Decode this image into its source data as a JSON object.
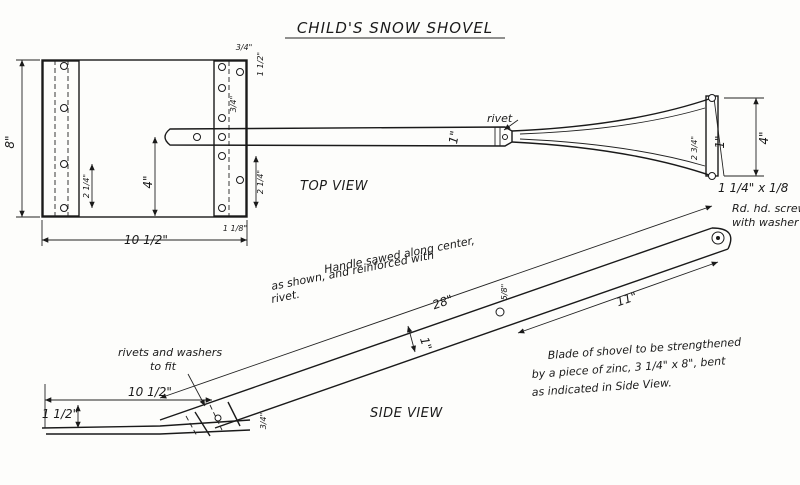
{
  "title": "CHILD'S SNOW SHOVEL",
  "views": {
    "top": "TOP VIEW",
    "side": "SIDE VIEW"
  },
  "dimensions": {
    "blade_height": "8\"",
    "blade_width": "10 1/2\"",
    "bracket_4": "4\"",
    "bracket_2_1_4": "2 1/4\"",
    "bracket_1_1_8": "1 1/8\"",
    "bracket_1_1_2": "1 1/2\"",
    "bracket_3_4": "3/4\"",
    "handle_width": "1\"",
    "grip_4": "4\"",
    "grip_1": "1\"",
    "grip_2_3_4": "2 3/4\"",
    "grip_1_1_4_x_1_8": "1 1/4\" x 1/8",
    "side_28": "28\"",
    "side_11": "11\"",
    "side_1": "1\"",
    "side_10_1_2": "10 1/2\"",
    "side_1_1_2": "1 1/2\"",
    "side_3_4": "3/4\"",
    "side_5_8": "5/8\""
  },
  "notes": {
    "rivet": "rivet",
    "screw_line1": "Rd. hd. screw",
    "screw_line2": "with washer",
    "handle_line1": "Handle sawed along center,",
    "handle_line2": "as shown, and reinforced with",
    "handle_line3": "rivet.",
    "rivets_line1": "rivets and washers",
    "rivets_line2": "to fit",
    "blade_line1": "Blade of shovel to be strengthened",
    "blade_line2": "by a piece of zinc, 3 1/4\" x 8\", bent",
    "blade_line3": "as indicated in Side View."
  }
}
